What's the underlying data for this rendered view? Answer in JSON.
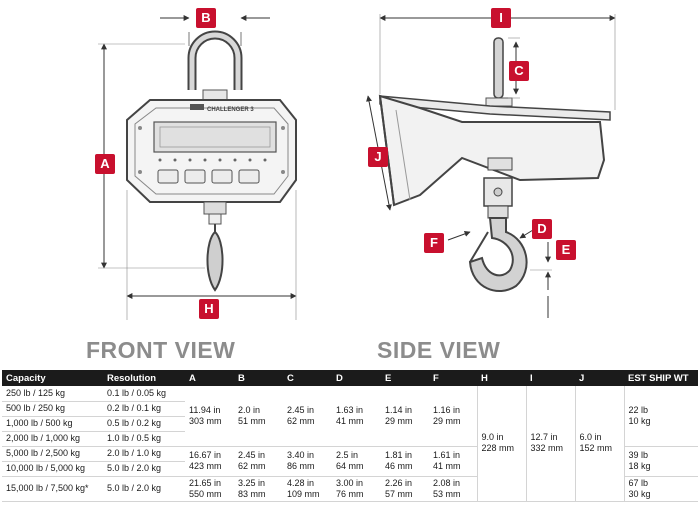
{
  "badges": {
    "front": [
      "B",
      "A",
      "H"
    ],
    "side": [
      "I",
      "C",
      "J",
      "D",
      "E",
      "F"
    ]
  },
  "logo_text": "CHALLENGER 3",
  "views": {
    "front": "FRONT VIEW",
    "side": "SIDE VIEW"
  },
  "colors": {
    "accent": "#c8102e",
    "header_bg": "#1b1b1b",
    "title_gray": "#8c8c8c"
  },
  "table": {
    "headers": [
      "Capacity",
      "Resolution",
      "A",
      "B",
      "C",
      "D",
      "E",
      "F",
      "H",
      "I",
      "J",
      "EST SHIP WT"
    ],
    "capacity": [
      "250 lb / 125 kg",
      "500 lb / 250 kg",
      "1,000 lb / 500 kg",
      "2,000 lb / 1,000 kg",
      "5,000 lb / 2,500 kg",
      "10,000 lb / 5,000 kg",
      "15,000 lb / 7,500 kg*"
    ],
    "resolution": [
      "0.1 lb / 0.05 kg",
      "0.2 lb / 0.1 kg",
      "0.5 lb / 0.2 kg",
      "1.0 lb / 0.5 kg",
      "2.0 lb / 1.0 kg",
      "5.0 lb / 2.0 kg",
      "5.0 lb / 2.0 kg"
    ],
    "groups": [
      {
        "A": [
          "11.94 in",
          "303 mm"
        ],
        "B": [
          "2.0 in",
          "51 mm"
        ],
        "C": [
          "2.45 in",
          "62 mm"
        ],
        "D": [
          "1.63 in",
          "41 mm"
        ],
        "E": [
          "1.14 in",
          "29 mm"
        ],
        "F": [
          "1.16 in",
          "29 mm"
        ],
        "wt": [
          "22 lb",
          "10 kg"
        ]
      },
      {
        "A": [
          "16.67 in",
          "423 mm"
        ],
        "B": [
          "2.45 in",
          "62 mm"
        ],
        "C": [
          "3.40 in",
          "86 mm"
        ],
        "D": [
          "2.5 in",
          "64 mm"
        ],
        "E": [
          "1.81 in",
          "46 mm"
        ],
        "F": [
          "1.61 in",
          "41 mm"
        ],
        "wt": [
          "39 lb",
          "18 kg"
        ]
      },
      {
        "A": [
          "21.65 in",
          "550 mm"
        ],
        "B": [
          "3.25 in",
          "83 mm"
        ],
        "C": [
          "4.28 in",
          "109 mm"
        ],
        "D": [
          "3.00 in",
          "76 mm"
        ],
        "E": [
          "2.26 in",
          "57 mm"
        ],
        "F": [
          "2.08 in",
          "53 mm"
        ],
        "wt": [
          "67 lb",
          "30 kg"
        ]
      }
    ],
    "shared": {
      "H": [
        "9.0 in",
        "228 mm"
      ],
      "I": [
        "12.7 in",
        "332 mm"
      ],
      "J": [
        "6.0 in",
        "152 mm"
      ]
    }
  }
}
